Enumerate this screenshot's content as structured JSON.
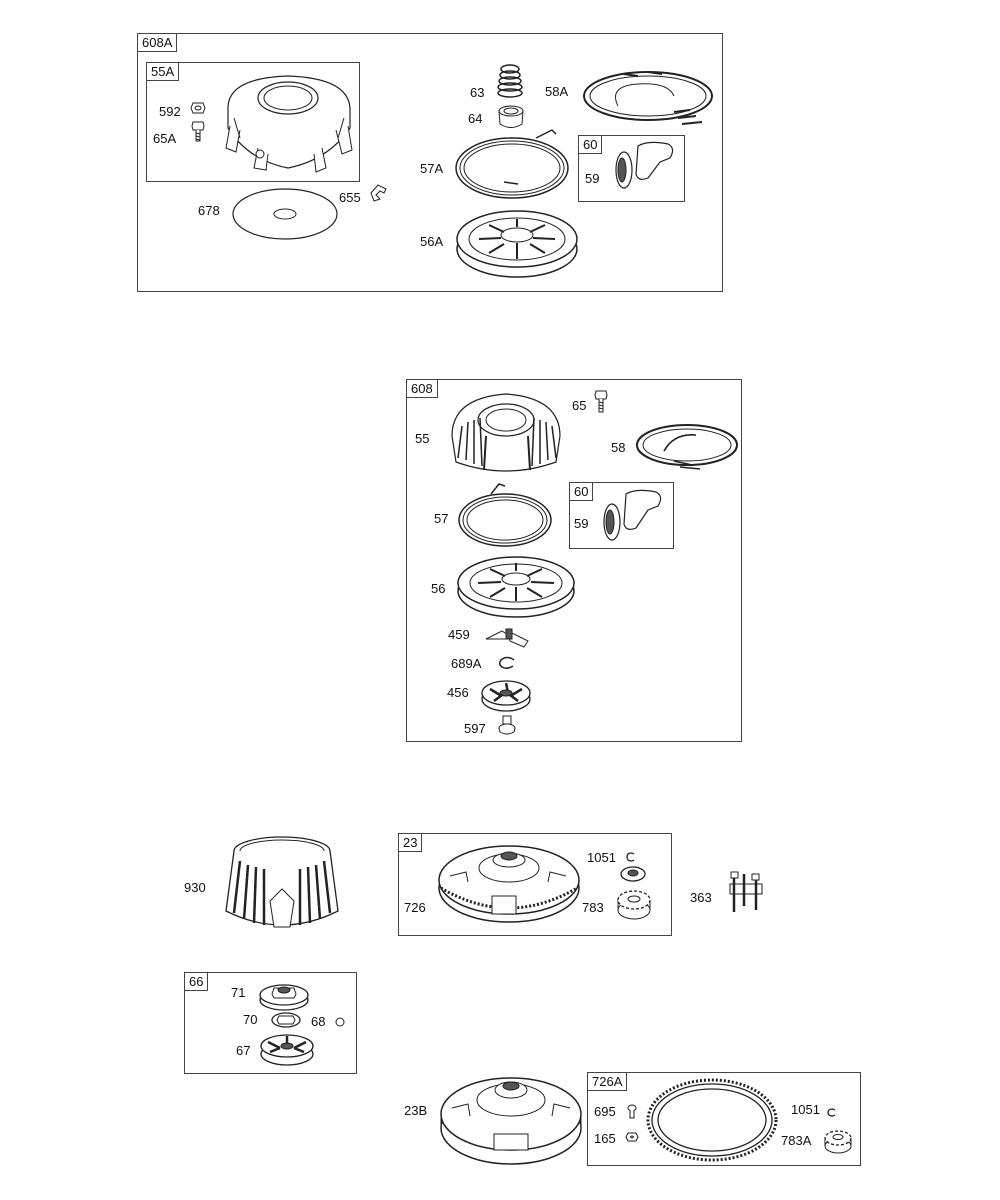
{
  "groups": {
    "g608A": "608A",
    "g55A": "55A",
    "g60a": "60",
    "g608": "608",
    "g60b": "60",
    "g23": "23",
    "g66": "66",
    "g726A": "726A"
  },
  "labels": {
    "l592": "592",
    "l65A": "65A",
    "l678": "678",
    "l655": "655",
    "l63": "63",
    "l64": "64",
    "l58A": "58A",
    "l57A": "57A",
    "l59a": "59",
    "l56A": "56A",
    "l65": "65",
    "l55": "55",
    "l58": "58",
    "l57": "57",
    "l59b": "59",
    "l56": "56",
    "l459": "459",
    "l689A": "689A",
    "l456": "456",
    "l597": "597",
    "l930": "930",
    "l1051a": "1051",
    "l726": "726",
    "l783": "783",
    "l363": "363",
    "l71": "71",
    "l70": "70",
    "l68": "68",
    "l67": "67",
    "l23B": "23B",
    "l695": "695",
    "l165": "165",
    "l1051b": "1051",
    "l783A": "783A"
  },
  "colors": {
    "line": "#222222",
    "fill": "#ffffff",
    "shade": "#555555"
  }
}
